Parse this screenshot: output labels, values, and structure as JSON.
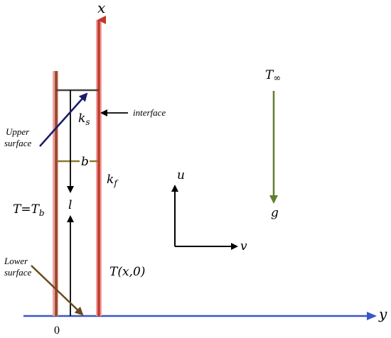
{
  "labels": {
    "x_axis": "x",
    "y_axis": "y",
    "origin": "0",
    "t_inf_main": "T",
    "t_inf_sub": "∞",
    "g": "g",
    "interface": "interface",
    "ks_main": "k",
    "ks_sub": "s",
    "kf_main": "k",
    "kf_sub": "f",
    "upper_surface_line1": "Upper",
    "upper_surface_line2": "surface",
    "lower_surface_line1": "Lower",
    "lower_surface_line2": "surface",
    "b": "b",
    "l": "l",
    "t_tb_main": "T=T",
    "t_tb_sub": "b",
    "u": "u",
    "v": "v",
    "t_x0": "T(x,0)"
  },
  "colors": {
    "axis_blue": "#3a56c8",
    "fin_brown": "#8b4a2b",
    "fin_pink": "#f0a0a0",
    "interface_red": "#c0392b",
    "green": "#5f7f2f",
    "navy": "#1a1a6e",
    "olive_arrow": "#6b4a1a",
    "black": "#000000"
  }
}
